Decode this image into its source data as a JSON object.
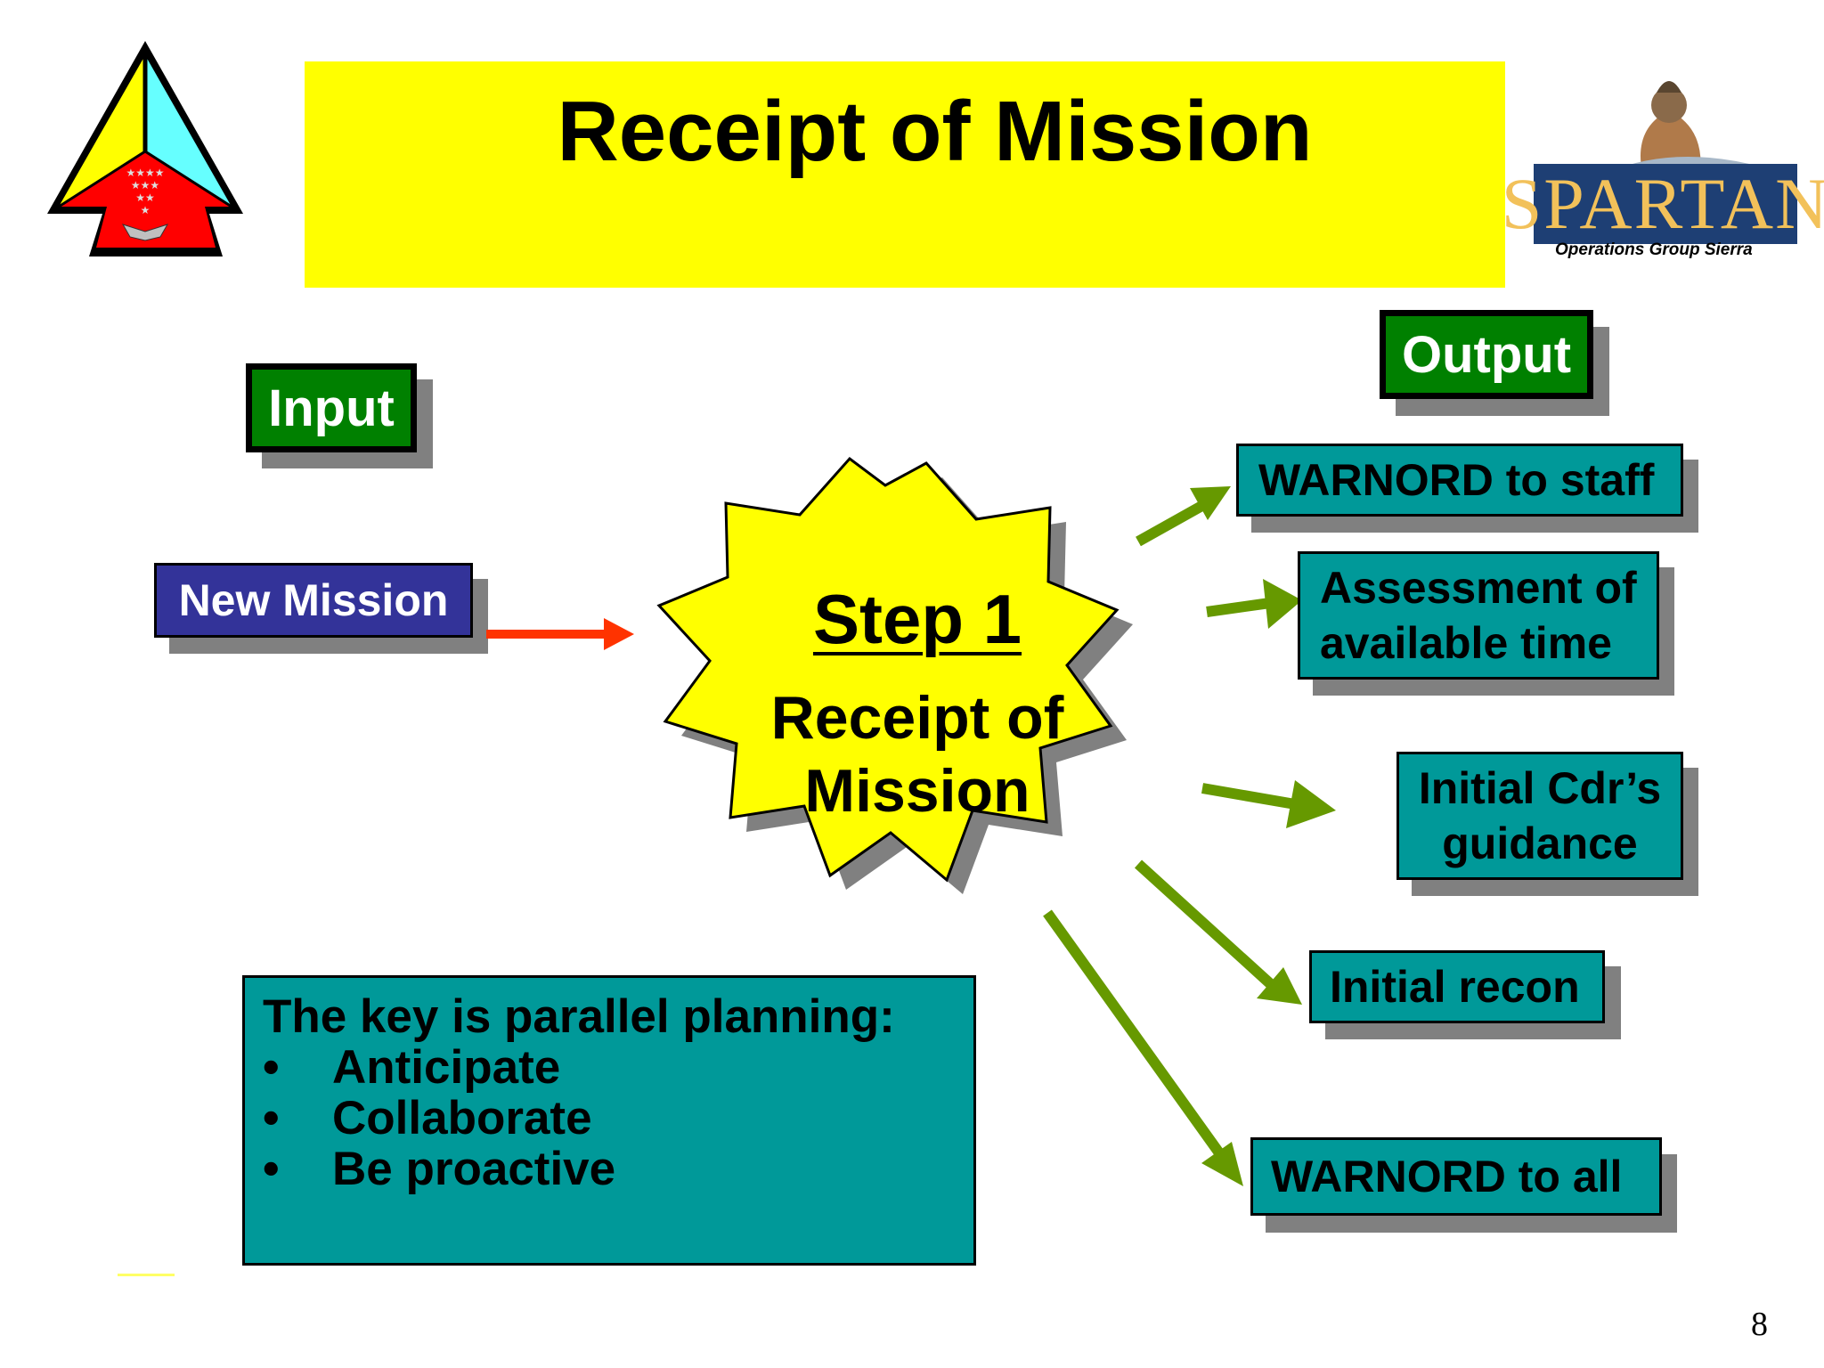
{
  "slide": {
    "title": "Receipt of Mission",
    "page_number": "8"
  },
  "colors": {
    "banner_yellow": "#ffff00",
    "label_green": "#008000",
    "input_blue": "#333399",
    "output_teal": "#009999",
    "input_arrow_red": "#ff3300",
    "output_arrow_green": "#669900",
    "star_yellow": "#ffff00"
  },
  "input_column": {
    "header": "Input",
    "item": "New Mission"
  },
  "output_column": {
    "header": "Output",
    "items": [
      {
        "lines": [
          "WARNORD to staff"
        ]
      },
      {
        "lines": [
          "Assessment of",
          "available time"
        ]
      },
      {
        "lines": [
          "Initial Cdr’s",
          "guidance"
        ]
      },
      {
        "lines": [
          "Initial recon"
        ]
      },
      {
        "lines": [
          "WARNORD to all"
        ]
      }
    ]
  },
  "step": {
    "label": "Step 1",
    "name_line1": "Receipt of",
    "name_line2": "Mission"
  },
  "key_box": {
    "heading": "The key is parallel planning:",
    "bullet_glyph": "•",
    "bullets": [
      "Anticipate",
      "Collaborate",
      "Be proactive"
    ]
  },
  "logos": {
    "left_emblem": {
      "icon": "triangle-unit-emblem-icon"
    },
    "spartan": {
      "wordmark": "SPARTAN",
      "caption": "Operations Group Sierra"
    }
  }
}
